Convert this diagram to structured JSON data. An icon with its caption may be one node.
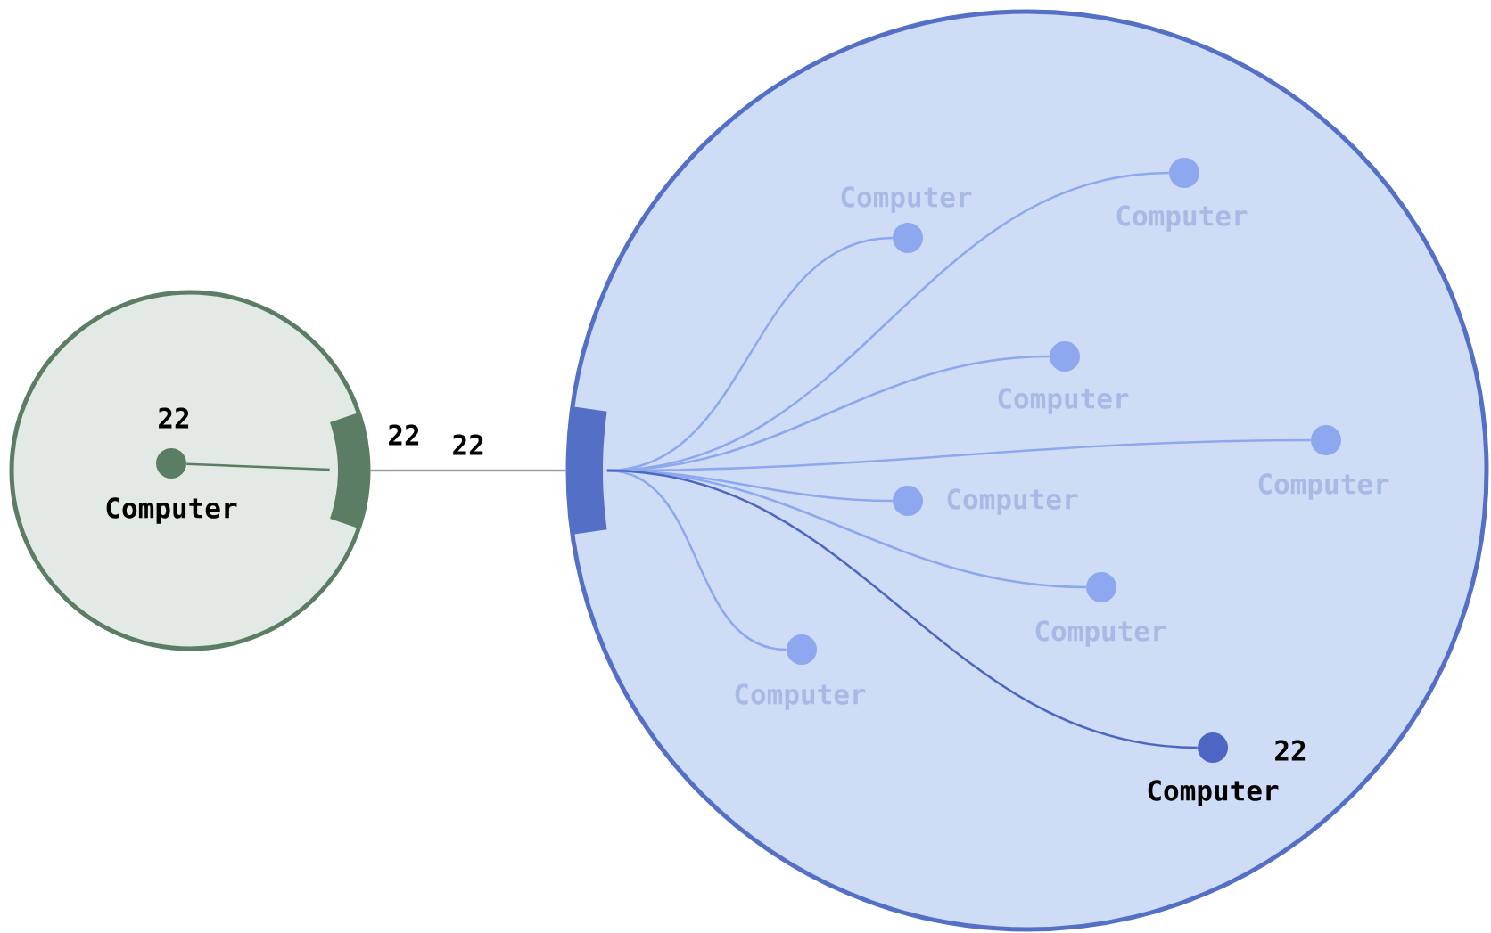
{
  "diagram": {
    "nodes": [
      {
        "text": [],
        "shape": "circle"
      },
      {
        "text": [
          "Computer"
        ],
        "beside": [
          "22"
        ],
        "in": 0
      },
      {
        "text": [],
        "shape": "bar",
        "beside": [
          "22"
        ],
        "in": 0
      },
      {
        "text": [],
        "shape": "circle"
      },
      {
        "text": [],
        "shape": "bar",
        "in": 3
      },
      {
        "text": [
          "Computer"
        ],
        "in": 3
      },
      {
        "text": [
          "Computer"
        ],
        "in": 3
      },
      {
        "text": [
          "Computer"
        ],
        "in": 3
      },
      {
        "text": [
          "Computer"
        ],
        "in": 3
      },
      {
        "text": [
          "Computer"
        ],
        "in": 3
      },
      {
        "text": [
          "Computer"
        ],
        "in": 3
      },
      {
        "text": [
          "Computer"
        ],
        "in": 3
      },
      {
        "text": [
          "Computer"
        ],
        "beside": [
          "22"
        ],
        "in": 3
      }
    ],
    "edges": [
      {
        "from": 1,
        "to": 2,
        "arrow": "none",
        "color": "#5a7d64"
      },
      {
        "from": 2,
        "to": 4,
        "arrow": "none",
        "label": "22",
        "color": "#9e9e9e"
      },
      {
        "from": 4,
        "to": 5,
        "arrow": "none"
      },
      {
        "from": 4,
        "to": 6,
        "arrow": "none"
      },
      {
        "from": 4,
        "to": 7,
        "arrow": "none"
      },
      {
        "from": 4,
        "to": 8,
        "arrow": "none"
      },
      {
        "from": 4,
        "to": 9,
        "arrow": "none"
      },
      {
        "from": 4,
        "to": 10,
        "arrow": "none"
      },
      {
        "from": 4,
        "to": 11,
        "arrow": "none"
      },
      {
        "from": 4,
        "to": 12,
        "arrow": "none",
        "color": "#4d66c4"
      }
    ]
  }
}
